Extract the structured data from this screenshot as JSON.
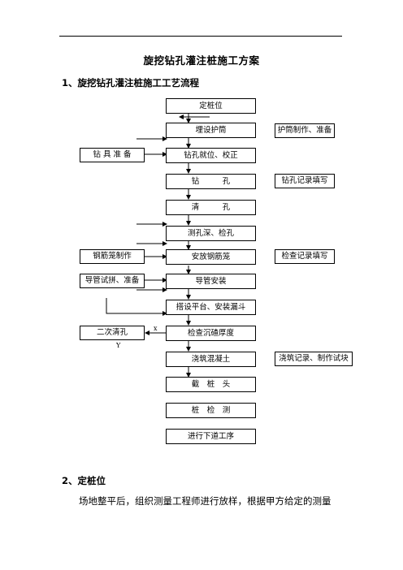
{
  "title": "旋挖钻孔灌注桩施工方案",
  "section1": "1、旋挖钻孔灌注桩施工工艺流程",
  "flow": {
    "main": [
      "定桩位",
      "埋设护筒",
      "钻孔就位、校正",
      "钻　　　孔",
      "清　　　孔",
      "测孔深、检孔",
      "安放钢筋笼",
      "导管安装",
      "搭设平台、安装漏斗",
      "检查沉碴厚度",
      "浇筑混凝土",
      "截　桩　头",
      "桩　检　测",
      "进行下道工序"
    ],
    "right": {
      "huton": "护筒制作、准备",
      "zuankong": "钻孔记录填写",
      "jiancha": "检查记录填写",
      "jiaozhu": "浇筑记录、制作试块"
    },
    "left": {
      "zuanju": "钻 具 准 备",
      "gangjin": "钢筋笼制作",
      "daoguan": "导管试拼、准备",
      "erci": "二次清孔"
    },
    "label_x": "x",
    "label_y": "Y"
  },
  "section2": "2、定桩位",
  "paragraph": "场地整平后，组织测量工程师进行放样，根据甲方给定的测量"
}
